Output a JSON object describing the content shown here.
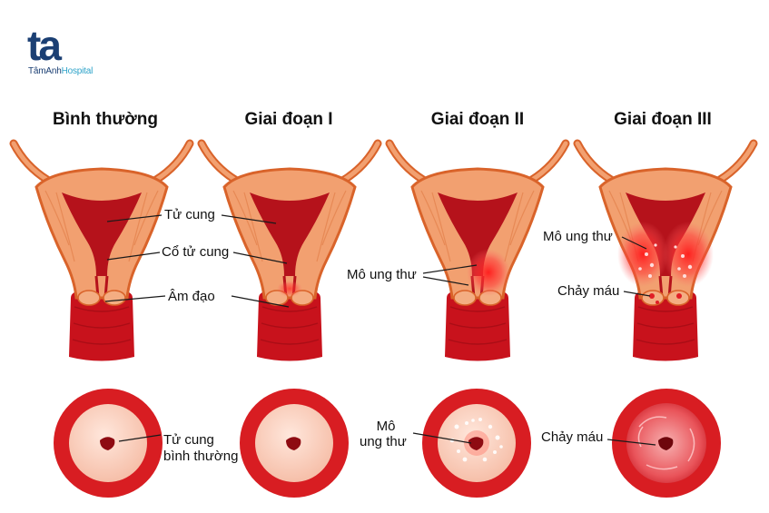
{
  "logo": {
    "mark": "ta",
    "brand_main": "TâmAnh",
    "brand_sub": "Hospital"
  },
  "stages": [
    {
      "title": "Bình thường"
    },
    {
      "title": "Giai đoạn I"
    },
    {
      "title": "Giai đoạn II"
    },
    {
      "title": "Giai đoạn III"
    }
  ],
  "labels": {
    "uterus": "Tử cung",
    "cervix": "Cổ tử cung",
    "vagina": "Âm đạo",
    "cancer_tissue_stage2": "Mô ung thư",
    "cancer_tissue_stage3": "Mô ung thư",
    "bleeding_stage3": "Chảy máu",
    "normal_uterus_line1": "Tử cung",
    "normal_uterus_line2": "bình thường",
    "cancer_tissue_bottom_line1": "Mô",
    "cancer_tissue_bottom_line2": "ung thư",
    "bleeding_bottom": "Chảy máu"
  },
  "colors": {
    "uterus_muscle": "#f2a070",
    "uterus_outline": "#d9632a",
    "cavity": "#b5121b",
    "vagina": "#c8121c",
    "tumor_glow": "#ff2a2a",
    "ring": "#d81d22",
    "cervix_face": "#fbd3c3",
    "logo_primary": "#1b3f73",
    "logo_accent": "#2fa3c9"
  }
}
